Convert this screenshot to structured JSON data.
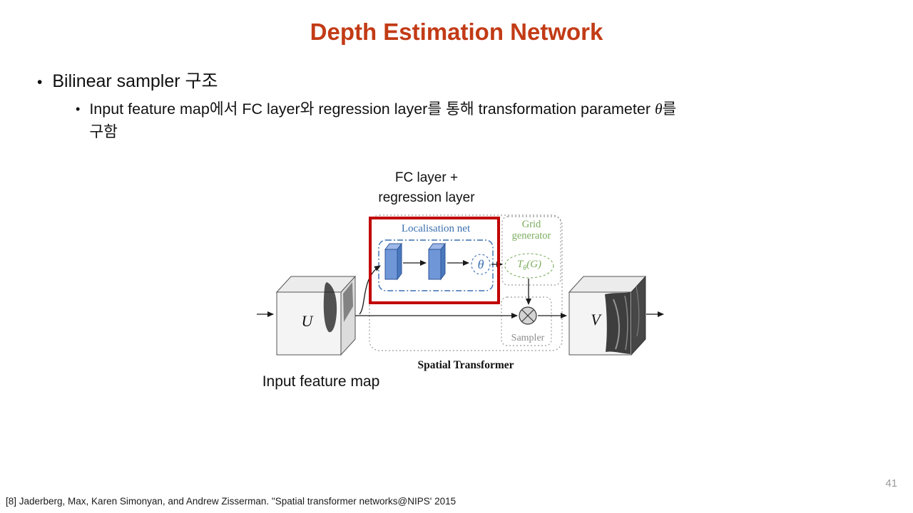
{
  "slide": {
    "title": "Depth Estimation Network",
    "page_number": "41",
    "footer": "[8] Jaderberg, Max, Karen Simonyan, and Andrew Zisserman. \"Spatial transformer networks@NIPS' 2015"
  },
  "bullets": {
    "marker": "•",
    "level1": "Bilinear sampler 구조",
    "level2": {
      "before_theta": "Input feature map에서 FC layer와 regression layer를 통해 transformation parameter ",
      "theta": "θ",
      "after_theta": "를",
      "line2": "구함"
    }
  },
  "diagram": {
    "fc_label_line1": "FC layer +",
    "fc_label_line2": "regression layer",
    "localisation_net": "Localisation net",
    "grid_line1": "Grid",
    "grid_line2": "generator",
    "theta": "θ",
    "transform_T": "T",
    "transform_sub": "θ",
    "transform_rest": "(G)",
    "sampler": "Sampler",
    "spatial_transformer": "Spatial Transformer",
    "input_cube": "U",
    "output_cube": "V",
    "input_feature_map": "Input feature map"
  },
  "colors": {
    "title": "#C23B16",
    "highlight_box": "#C00000",
    "localisation_blue": "#3A6FB0",
    "grid_green": "#7BAD5E",
    "sampler_gray": "#8C8C8C",
    "conv_block_blue": "#6F97D8"
  }
}
